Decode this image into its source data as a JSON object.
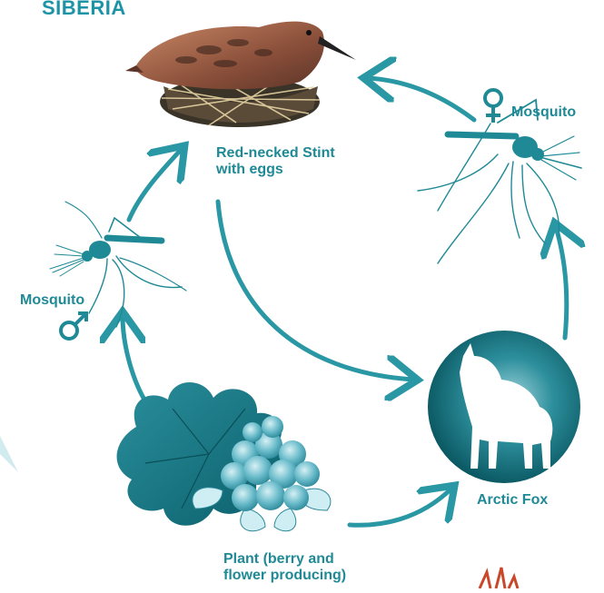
{
  "title": "SIBERIA",
  "nodes": {
    "stint": {
      "label_line1": "Red-necked Stint",
      "label_line2": "with eggs"
    },
    "mosquito_female": {
      "label": "Mosquito",
      "symbol": "♀"
    },
    "mosquito_male": {
      "label": "Mosquito",
      "symbol": "♂"
    },
    "arctic_fox": {
      "label": "Arctic Fox"
    },
    "plant": {
      "label_line1": "Plant (berry and",
      "label_line2": "flower producing)"
    }
  },
  "colors": {
    "accent": "#1d93a6",
    "label": "#1f8a96",
    "arrow": "#2a97a4",
    "plant_dark": "#0f6f7c",
    "berry": "#5fb4c4",
    "fox_bg": "#0b6c78",
    "nest": "#3a3328",
    "bird_brown": "#a8644a"
  }
}
